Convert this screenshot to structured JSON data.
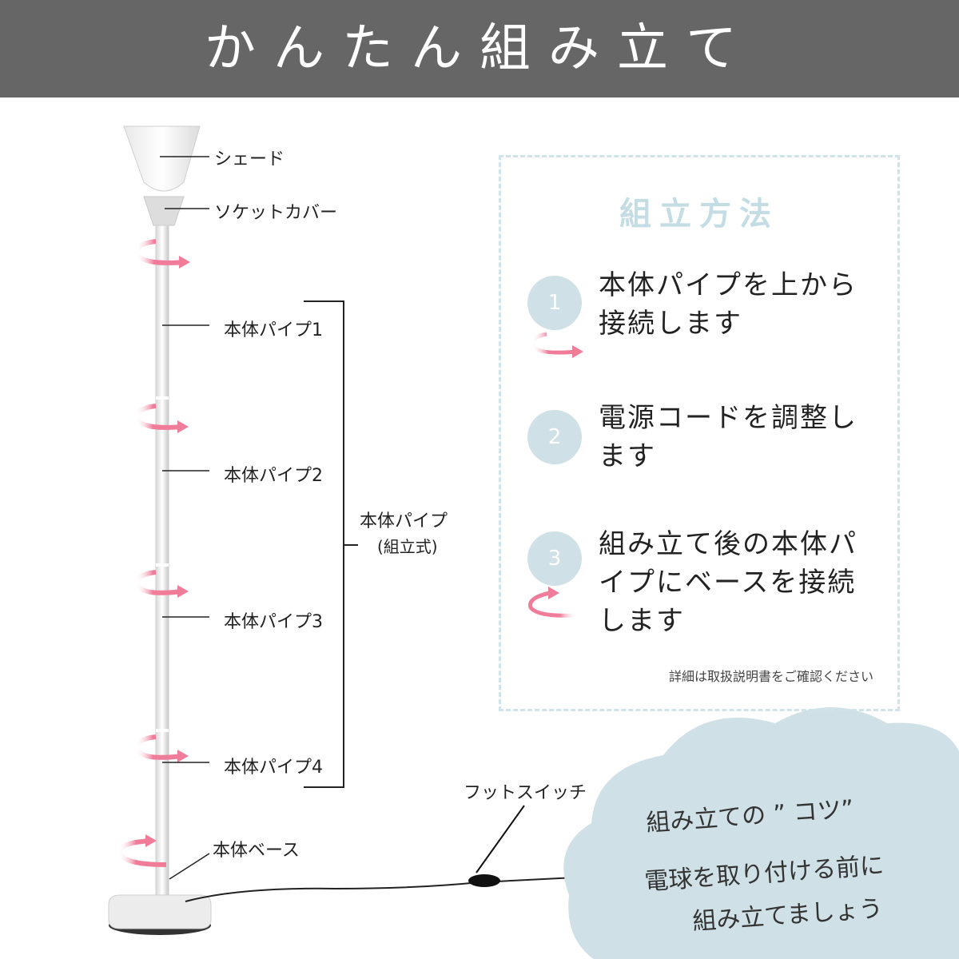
{
  "header": {
    "title": "かんたん組み立て"
  },
  "parts": {
    "shade": "シェード",
    "socket_cover": "ソケットカバー",
    "pipe1": "本体パイプ1",
    "pipe2": "本体パイプ2",
    "pipe3": "本体パイプ3",
    "pipe4": "本体パイプ4",
    "pipe_group": "本体パイプ",
    "pipe_group_sub": "(組立式)",
    "base": "本体ベース",
    "foot_switch": "フットスイッチ"
  },
  "steps": {
    "title": "組立方法",
    "items": [
      {
        "num": "1",
        "line1": "本体パイプを上から",
        "line2": "接続します",
        "line3": ""
      },
      {
        "num": "2",
        "line1": "電源コードを調整し",
        "line2": "ます",
        "line3": ""
      },
      {
        "num": "3",
        "line1": "組み立て後の本体パ",
        "line2": "イプにベースを接続",
        "line3": "します"
      }
    ],
    "note": "詳細は取扱説明書をご確認ください"
  },
  "tip": {
    "heading": "組み立ての ” コツ”",
    "line1": "電球を取り付ける前に",
    "line2": "組み立てましょう"
  },
  "colors": {
    "header_bg": "#666666",
    "accent_pink": "#f07c9a",
    "step_circle": "#cfe0e6",
    "cloud": "#cfe0e6",
    "dashed_border": "#cfe3e8"
  }
}
